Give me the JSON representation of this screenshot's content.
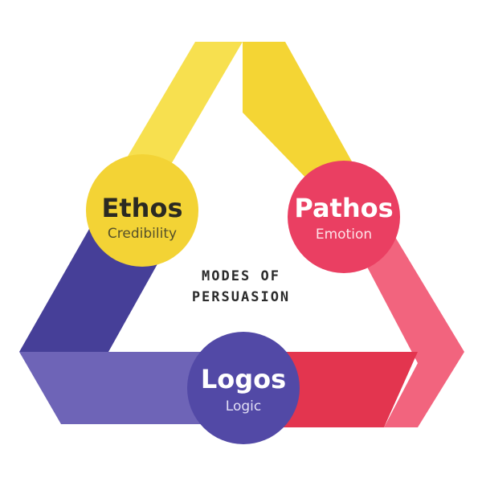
{
  "diagram": {
    "center_title": {
      "line1": "MODES OF",
      "line2": "PERSUASION",
      "color": "#2b2b2b"
    },
    "nodes": [
      {
        "id": "ethos",
        "name": "Ethos",
        "subtitle": "Credibility",
        "circle_color": "#f3d335",
        "name_color": "#2b2a22",
        "subtitle_color": "#55502a"
      },
      {
        "id": "pathos",
        "name": "Pathos",
        "subtitle": "Emotion",
        "circle_color": "#ea3f62",
        "name_color": "#ffffff",
        "subtitle_color": "#fde3e8"
      },
      {
        "id": "logos",
        "name": "Logos",
        "subtitle": "Logic",
        "circle_color": "#5249a6",
        "name_color": "#ffffff",
        "subtitle_color": "#e2dff5"
      }
    ],
    "band_colors": {
      "yellow_light": "#f7e04f",
      "yellow_dark": "#f4d534",
      "pink_light": "#f2647e",
      "pink_dark": "#e3354f",
      "purple_light": "#6e64b7",
      "purple_dark": "#463f98"
    }
  }
}
